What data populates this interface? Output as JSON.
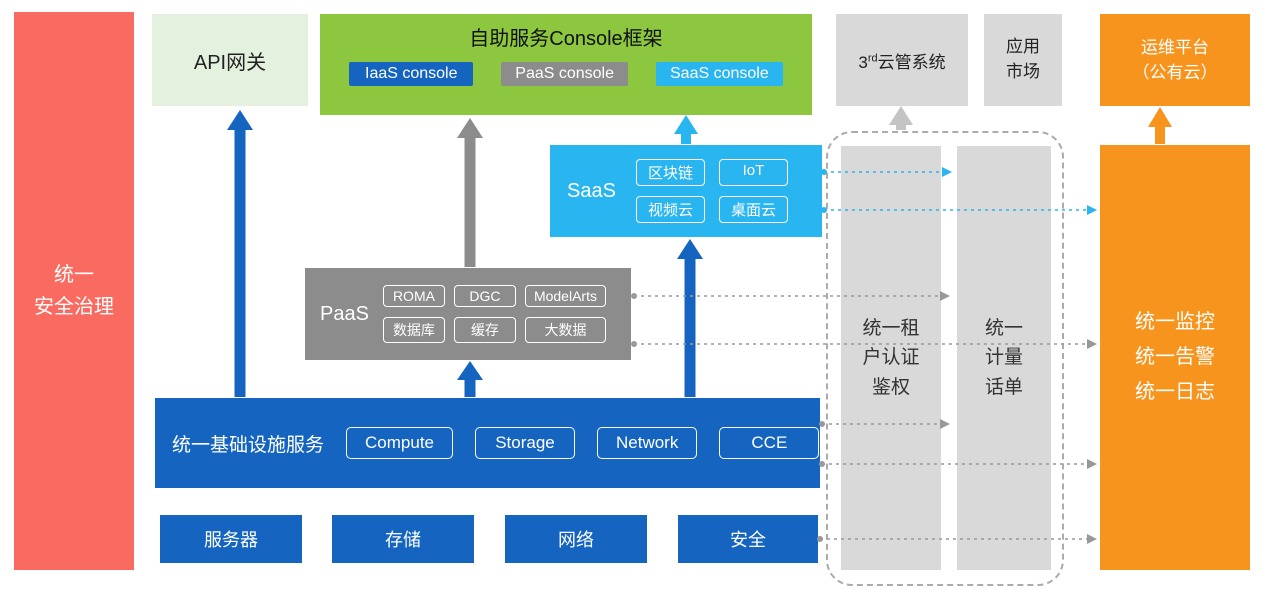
{
  "colors": {
    "blue": "#1565C0",
    "gray": "#8C8C8C",
    "light_gray": "#D9D9D9",
    "green": "#8DC63F",
    "light_green": "#E4F1DE",
    "cyan": "#29B5F0",
    "orange": "#F7941E",
    "red": "#F96B60"
  },
  "security_bar": {
    "label": "统一\n安全治理"
  },
  "api_gateway": {
    "label": "API网关"
  },
  "console_framework": {
    "title": "自助服务Console框架",
    "consoles": [
      {
        "label": "IaaS console"
      },
      {
        "label": "PaaS console"
      },
      {
        "label": "SaaS console"
      }
    ]
  },
  "third_cloud_mgmt": {
    "prefix": "3",
    "sup": "rd",
    "suffix": "云管系统"
  },
  "app_market": {
    "label": "应用\n市场"
  },
  "om_platform": {
    "label": "运维平台\n（公有云）"
  },
  "saas": {
    "label": "SaaS",
    "services": [
      "区块链",
      "IoT",
      "视频云",
      "桌面云"
    ]
  },
  "paas": {
    "label": "PaaS",
    "services": [
      "ROMA",
      "DGC",
      "ModelArts",
      "数据库",
      "缓存",
      "大数据"
    ]
  },
  "iaas": {
    "label": "统一基础设施服务",
    "services": [
      "Compute",
      "Storage",
      "Network",
      "CCE"
    ]
  },
  "hardware": {
    "items": [
      "服务器",
      "存储",
      "网络",
      "安全"
    ]
  },
  "auth_bar": {
    "label": "统一租\n户认证\n鉴权"
  },
  "metering_bar": {
    "label": "统一\n计量\n话单"
  },
  "monitoring_bar": {
    "label": "统一监控\n统一告警\n统一日志"
  }
}
